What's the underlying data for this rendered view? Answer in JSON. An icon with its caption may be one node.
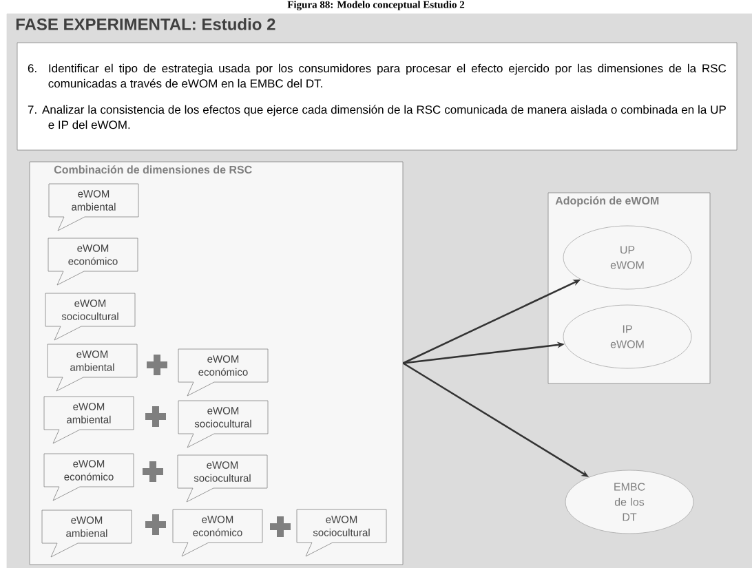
{
  "diagram": {
    "title": "Figura 88: Modelo conceptual Estudio 2",
    "nodes": [
      {
        "text": [
          "FASE EXPERIMENTAL: Estudio 2"
        ]
      },
      {
        "text": [
          "6. Identificar el tipo de estrategia usada por los consumidores para procesar el efecto ejercido por las dimensiones de la RSC comunicadas a través de eWOM en la EMBC del DT.",
          "7. Analizar la consistencia de los efectos que ejerce cada dimensión de la RSC comunicada de manera aislada o combinada en la UP e IP del eWOM."
        ],
        "in": 0
      },
      {
        "text": [
          "Combinación de dimensiones de RSC"
        ],
        "in": 0
      },
      {
        "text": [
          "eWOM ambiental"
        ],
        "in": 2
      },
      {
        "text": [
          "eWOM económico"
        ],
        "in": 2
      },
      {
        "text": [
          "eWOM sociocultural"
        ],
        "in": 2
      },
      {
        "text": [
          "eWOM ambiental"
        ],
        "in": 2
      },
      {
        "text": [
          "eWOM económico"
        ],
        "in": 2
      },
      {
        "text": [
          "eWOM ambiental"
        ],
        "in": 2
      },
      {
        "text": [
          "eWOM sociocultural"
        ],
        "in": 2
      },
      {
        "text": [
          "eWOM económico"
        ],
        "in": 2
      },
      {
        "text": [
          "eWOM sociocultural"
        ],
        "in": 2
      },
      {
        "text": [
          "eWOM ambienal"
        ],
        "in": 2
      },
      {
        "text": [
          "eWOM económico"
        ],
        "in": 2
      },
      {
        "text": [
          "eWOM sociocultural"
        ],
        "in": 2
      },
      {
        "text": [
          "Adopción de eWOM"
        ],
        "in": 0
      },
      {
        "text": [
          "UP eWOM"
        ],
        "in": 15
      },
      {
        "text": [
          "IP eWOM"
        ],
        "in": 15
      },
      {
        "text": [
          "EMBC de los DT"
        ],
        "in": 0
      }
    ],
    "edges": [
      {
        "from": 2,
        "to": 16,
        "arrow": "to"
      },
      {
        "from": 2,
        "to": 17,
        "arrow": "to"
      },
      {
        "from": 2,
        "to": 18,
        "arrow": "to"
      }
    ]
  }
}
